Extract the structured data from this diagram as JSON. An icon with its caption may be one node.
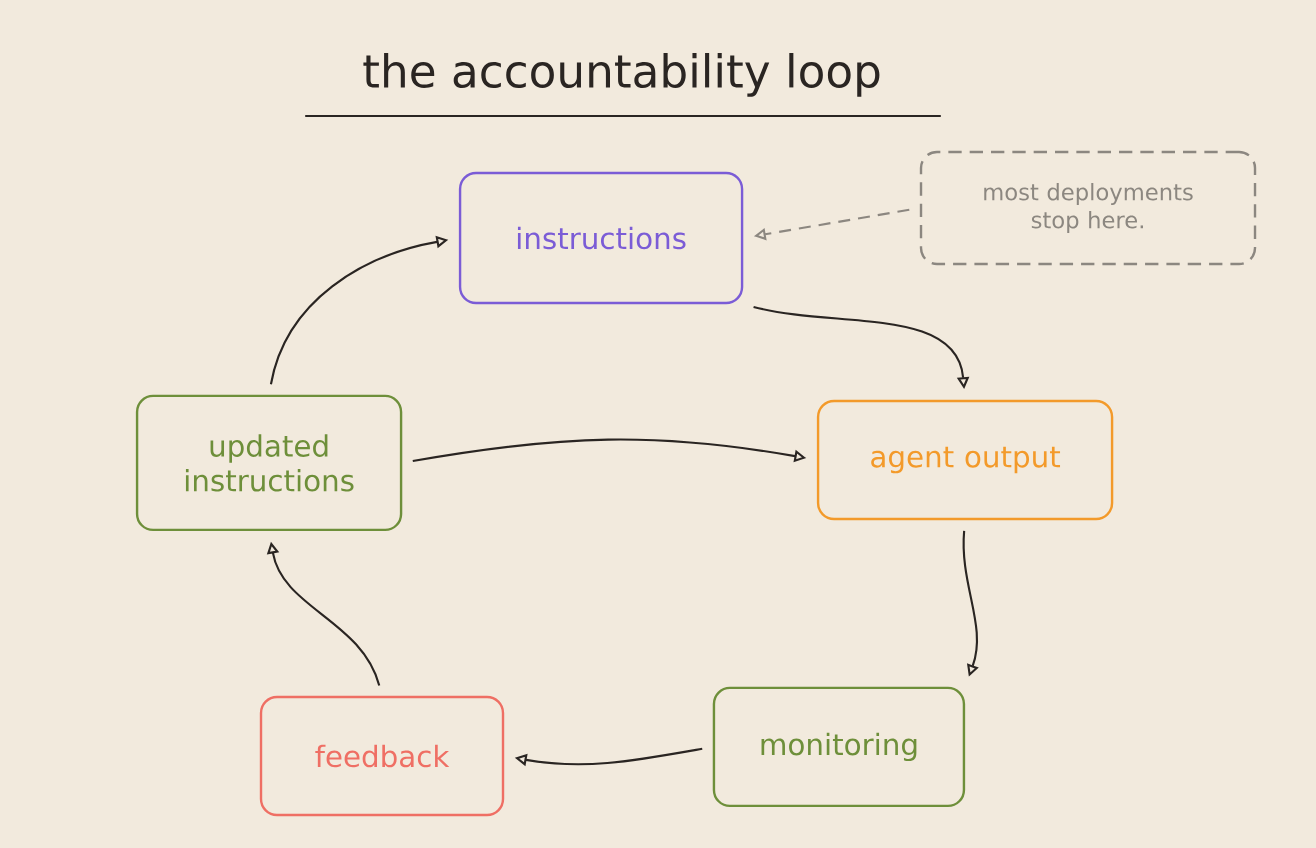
{
  "diagram": {
    "title": "the accountability loop",
    "nodes": [
      {
        "text": [
          "instructions"
        ]
      },
      {
        "text": [
          "agent output"
        ]
      },
      {
        "text": [
          "monitoring"
        ]
      },
      {
        "text": [
          "feedback"
        ]
      },
      {
        "text": [
          "updated instructions"
        ]
      },
      {
        "text": [
          "most deployments stop here."
        ]
      }
    ],
    "edges": [
      {
        "from": 0,
        "to": 1,
        "arrow": "to"
      },
      {
        "from": 1,
        "to": 2,
        "arrow": "to"
      },
      {
        "from": 2,
        "to": 3,
        "arrow": "to"
      },
      {
        "from": 3,
        "to": 4,
        "arrow": "to"
      },
      {
        "from": 4,
        "to": 0,
        "arrow": "to"
      },
      {
        "from": 4,
        "to": 1,
        "arrow": "to"
      },
      {
        "from": 5,
        "to": 0,
        "arrow": "to",
        "style": "dashed",
        "color": "#8c8780"
      }
    ]
  }
}
